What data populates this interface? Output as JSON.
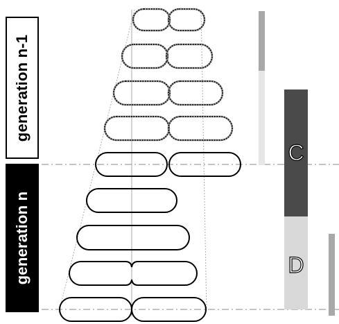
{
  "labels": {
    "generation_previous": "generation n-1",
    "generation_current": "generation n"
  },
  "phases": {
    "c_label": "C",
    "d_label": "D"
  },
  "colors": {
    "phase_c": "#4a4a4a",
    "phase_d": "#d9d9d9",
    "cell_outline": "#000000",
    "previous_generation_outline": "#888888",
    "previous_generation_dots": "#222222",
    "guide_lines": "#9a9a9a",
    "generation_n_label_bg": "#000000"
  }
}
